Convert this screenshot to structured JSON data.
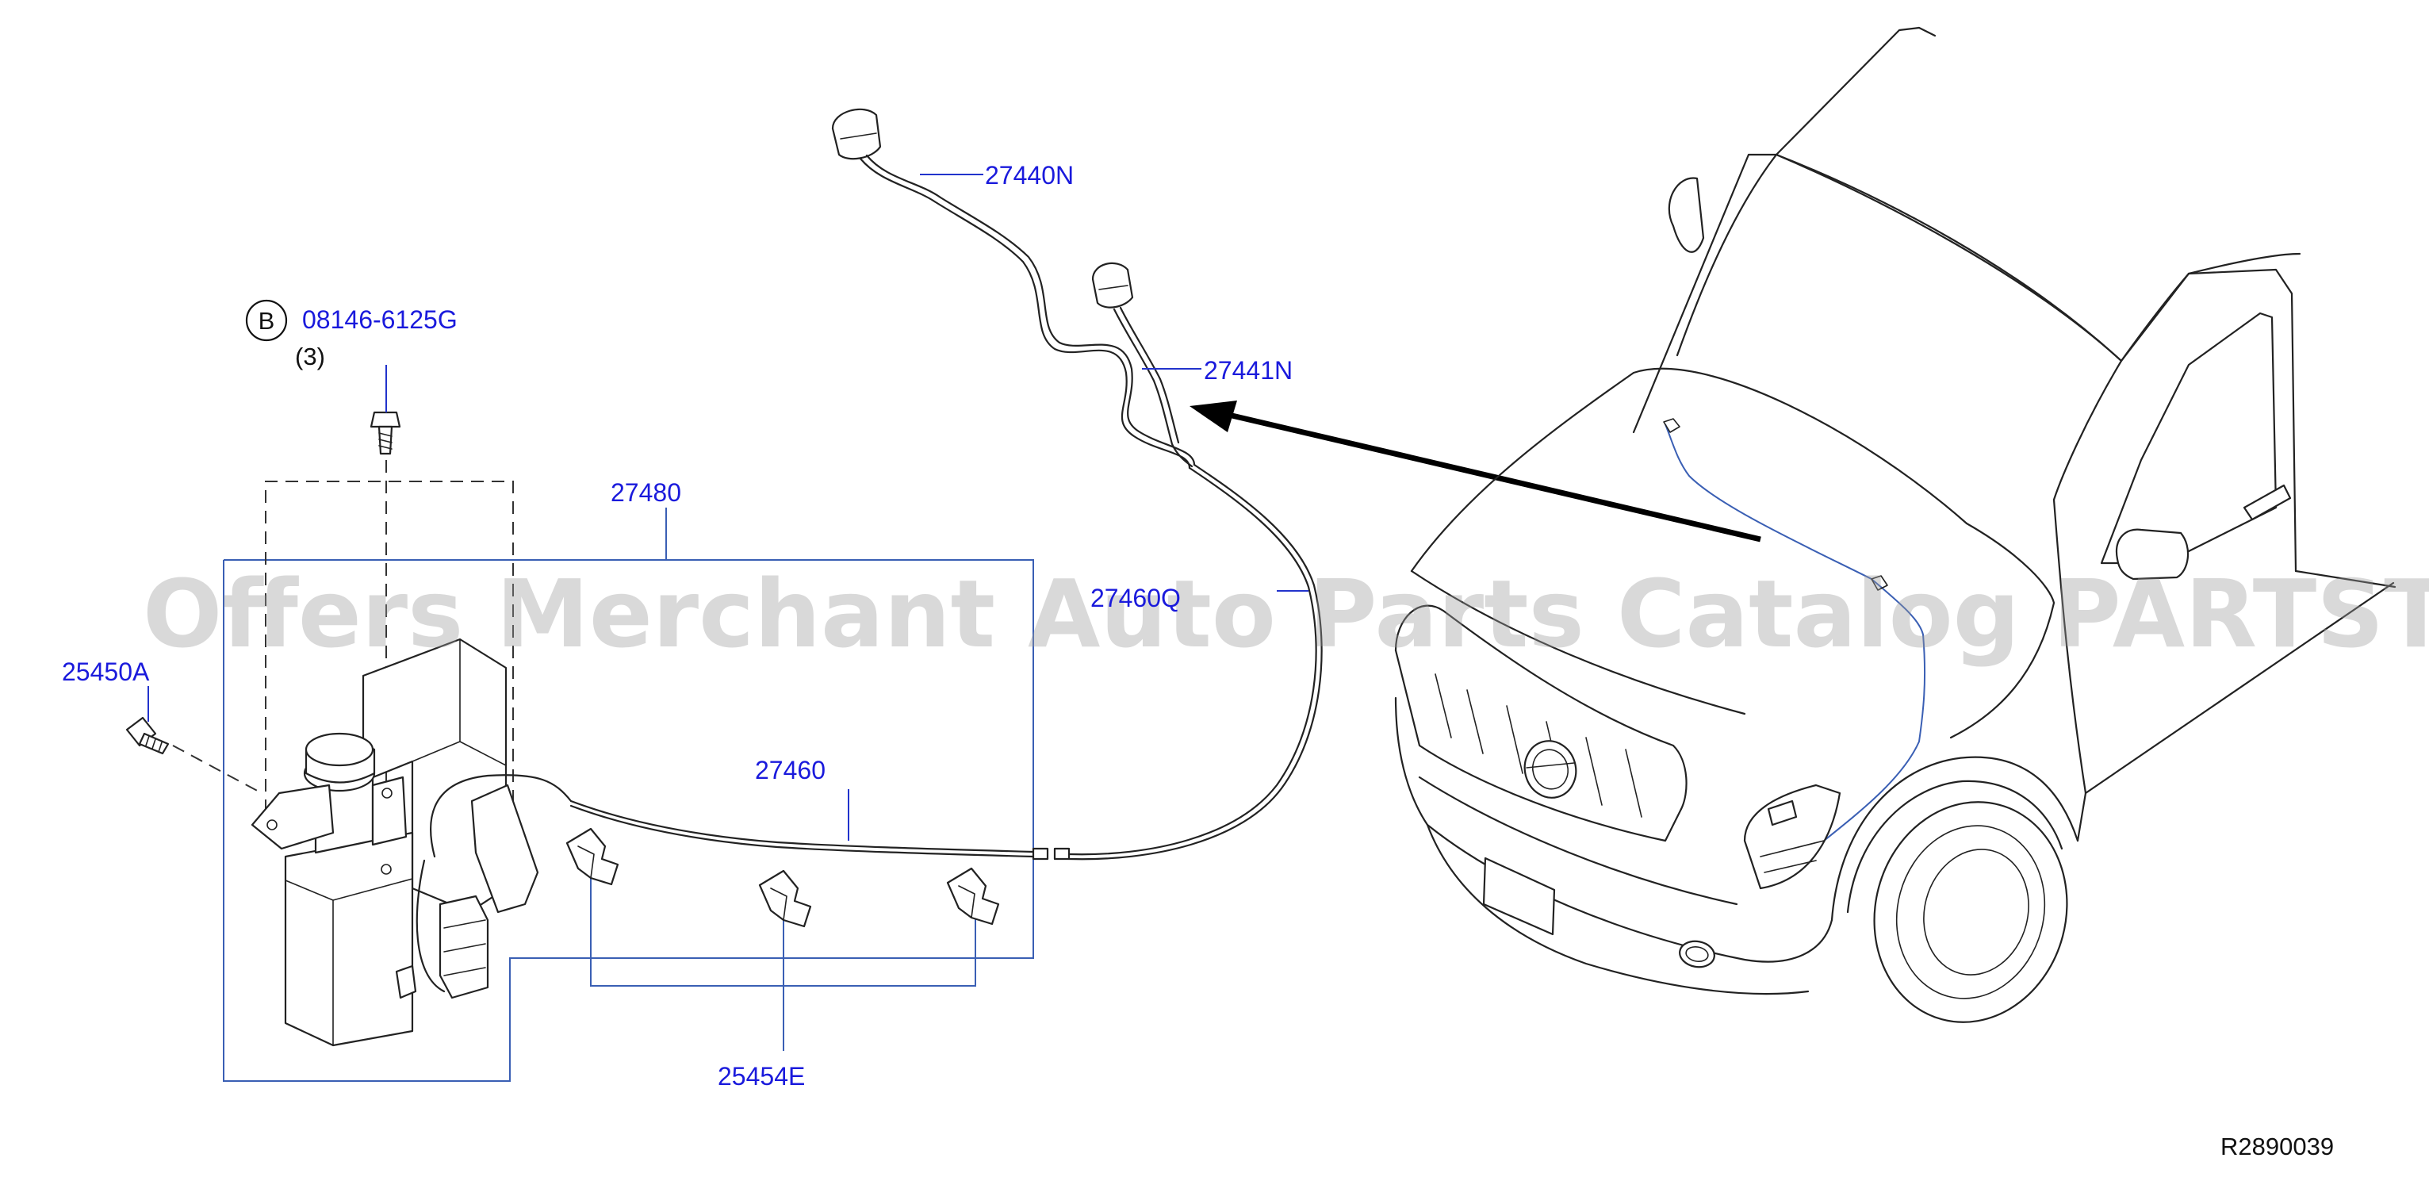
{
  "callouts": {
    "nozzle_right": "27440N",
    "nozzle_left": "27441N",
    "bolt_circle_letter": "B",
    "bolt_part": "08146-6125G",
    "bolt_qty": "(3)",
    "reservoir_assembly": "27480",
    "screw": "25450A",
    "hose": "27460",
    "clips": "25454E",
    "hose_hidden": "27460Q"
  },
  "watermark": "Offers Merchant Auto Parts Catalog PARTSTORE.SA",
  "diagram_code": "R2890039",
  "colors": {
    "callout_text": "#1a1adc",
    "leader": "#2233cc",
    "frame_box": "#3a5fb4",
    "line_art": "#222222",
    "watermark": "#9a9a9a"
  }
}
